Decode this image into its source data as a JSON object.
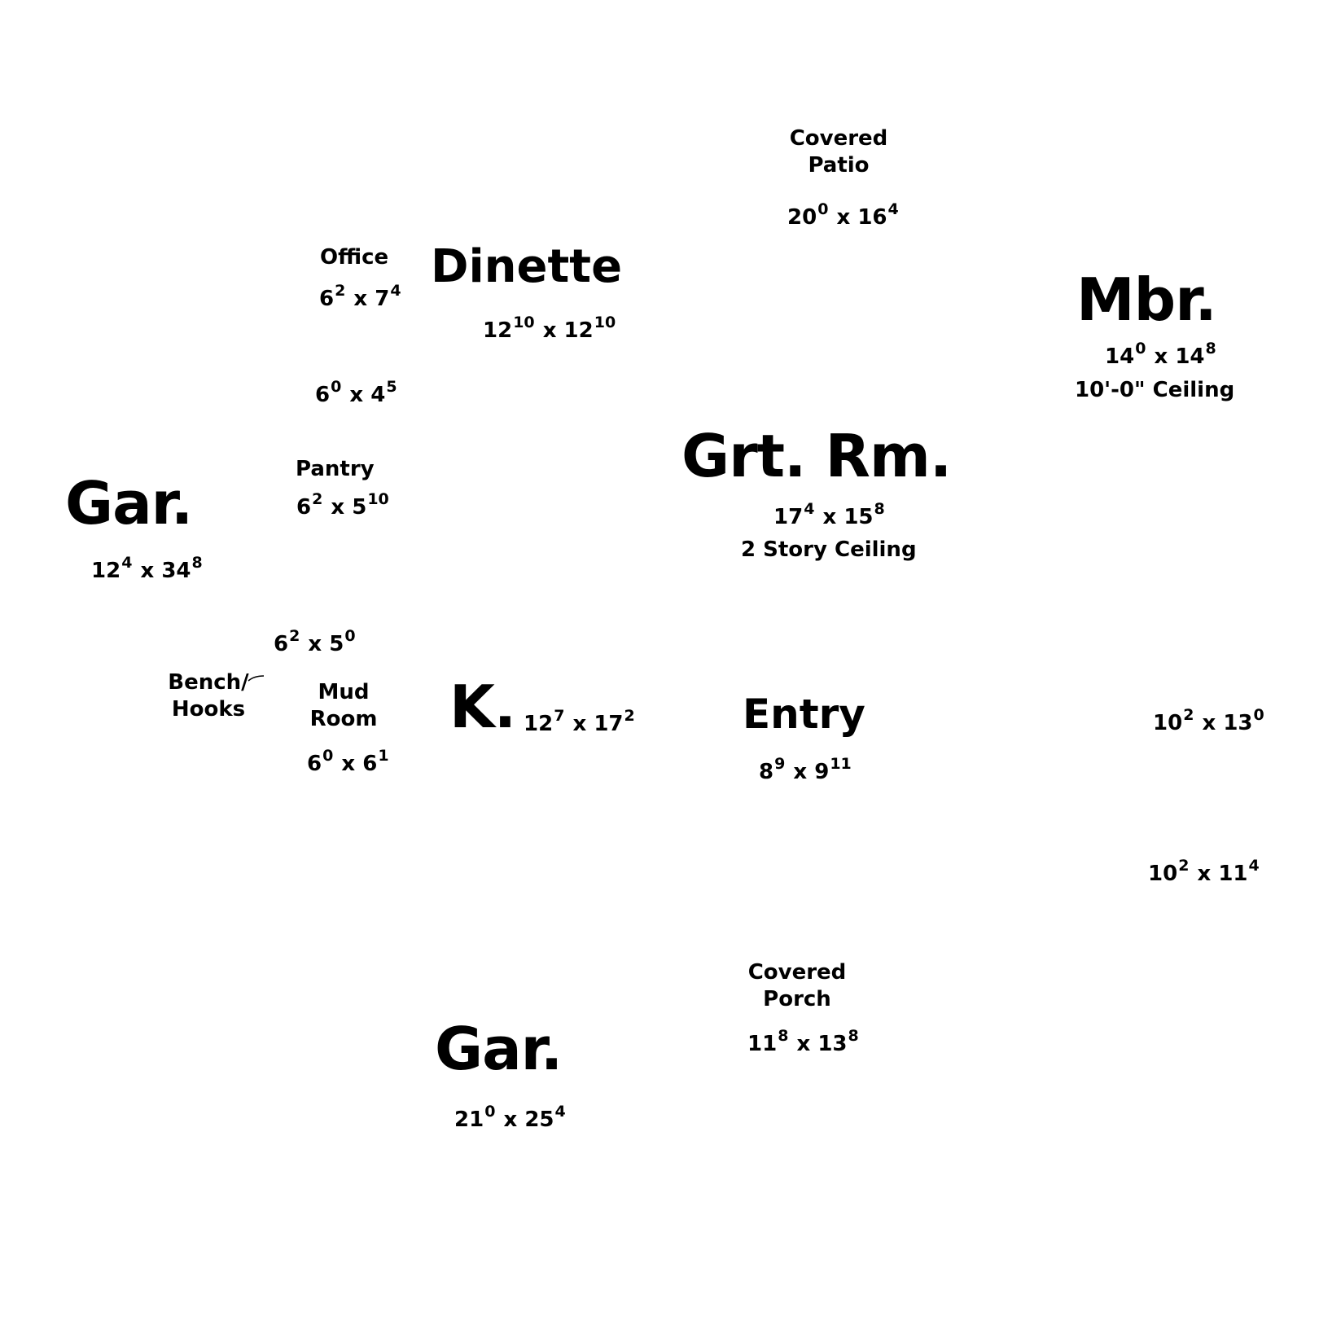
{
  "rooms": {
    "covered_patio": {
      "line1": "Covered",
      "line2": "Patio",
      "w": "20",
      "w_in": "0",
      "h": "16",
      "h_in": "4"
    },
    "office": {
      "name": "Office",
      "w": "6",
      "w_in": "2",
      "h": "7",
      "h_in": "4"
    },
    "dinette": {
      "name": "Dinette",
      "w": "12",
      "w_in": "10",
      "h": "12",
      "h_in": "10"
    },
    "mbr": {
      "name": "Mbr.",
      "w": "14",
      "w_in": "0",
      "h": "14",
      "h_in": "8",
      "note": "10'-0\" Ceiling"
    },
    "closet_a": {
      "w": "6",
      "w_in": "0",
      "h": "4",
      "h_in": "5"
    },
    "grt_rm": {
      "name": "Grt. Rm.",
      "w": "17",
      "w_in": "4",
      "h": "15",
      "h_in": "8",
      "note": "2 Story Ceiling"
    },
    "pantry": {
      "name": "Pantry",
      "w": "6",
      "w_in": "2",
      "h": "5",
      "h_in": "10"
    },
    "gar_side": {
      "name": "Gar.",
      "w": "12",
      "w_in": "4",
      "h": "34",
      "h_in": "8"
    },
    "closet_b": {
      "w": "6",
      "w_in": "2",
      "h": "5",
      "h_in": "0"
    },
    "bench": {
      "line1": "Bench/",
      "line2": "Hooks"
    },
    "mud_room": {
      "line1": "Mud",
      "line2": "Room",
      "w": "6",
      "w_in": "0",
      "h": "6",
      "h_in": "1"
    },
    "kitchen": {
      "name": "K.",
      "w": "12",
      "w_in": "7",
      "h": "17",
      "h_in": "2"
    },
    "entry": {
      "name": "Entry",
      "w": "8",
      "w_in": "9",
      "h": "9",
      "h_in": "11"
    },
    "bedroom_a": {
      "w": "10",
      "w_in": "2",
      "h": "13",
      "h_in": "0"
    },
    "bedroom_b": {
      "w": "10",
      "w_in": "2",
      "h": "11",
      "h_in": "4"
    },
    "covered_porch": {
      "line1": "Covered",
      "line2": "Porch",
      "w": "11",
      "w_in": "8",
      "h": "13",
      "h_in": "8"
    },
    "gar_front": {
      "name": "Gar.",
      "w": "21",
      "w_in": "0",
      "h": "25",
      "h_in": "4"
    }
  },
  "dim_separator": "x"
}
